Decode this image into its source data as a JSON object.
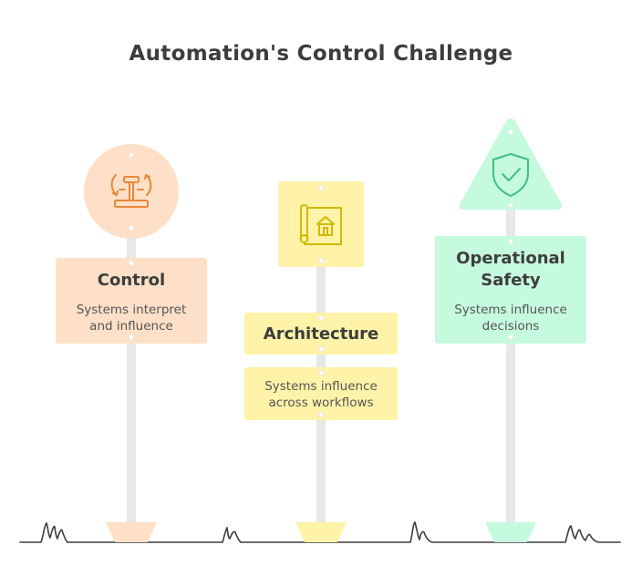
{
  "title": "Automation's Control Challenge",
  "signposts": [
    {
      "id": "control",
      "heading": "Control",
      "description_line1": "Systems interpret",
      "description_line2": "and influence",
      "icon": "joystick-icon",
      "shape": "circle",
      "color": "#fde0c7",
      "icon_color": "#e8883a"
    },
    {
      "id": "architecture",
      "heading": "Architecture",
      "description_line1": "Systems influence",
      "description_line2": "across workflows",
      "icon": "blueprint-house-icon",
      "shape": "square",
      "color": "#fef3a8",
      "icon_color": "#d4b800"
    },
    {
      "id": "operational-safety",
      "heading_line1": "Operational",
      "heading_line2": "Safety",
      "description_line1": "Systems influence",
      "description_line2": "decisions",
      "icon": "shield-check-icon",
      "shape": "triangle",
      "color": "#c6fadf",
      "icon_color": "#3fbf80"
    }
  ],
  "colors": {
    "pole": "#e8e8e8",
    "ground_line": "#3d3d3d",
    "text": "#3d3d3d"
  }
}
